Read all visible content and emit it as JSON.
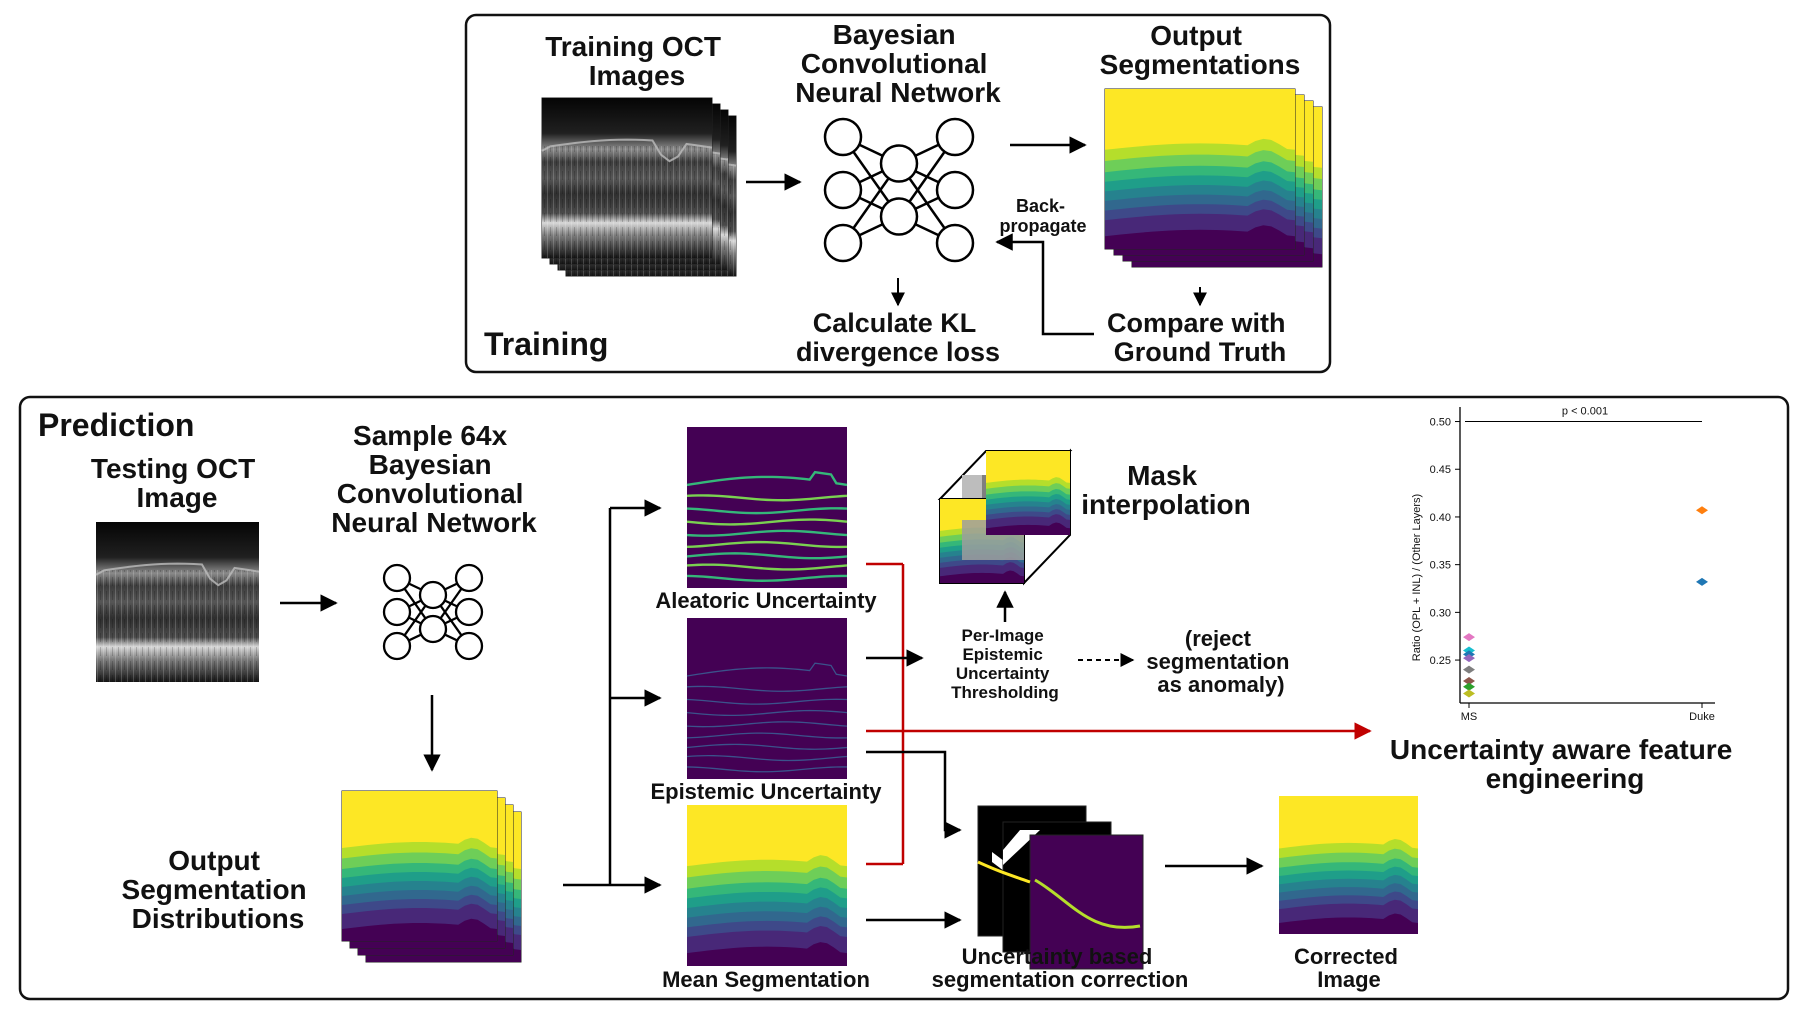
{
  "training": {
    "section_label": "Training",
    "input_title": [
      "Training OCT",
      "Images"
    ],
    "network_title": [
      "Bayesian",
      "Convolutional",
      "Neural Network"
    ],
    "output_title": [
      "Output",
      "Segmentations"
    ],
    "loss_label": [
      "Calculate KL",
      "divergence loss"
    ],
    "compare_label": [
      "Compare with",
      "Ground Truth"
    ],
    "backprop_label": [
      "Back-",
      "propagate"
    ]
  },
  "prediction": {
    "section_label": "Prediction",
    "input_title": [
      "Testing OCT",
      "Image"
    ],
    "network_title": [
      "Sample 64x",
      "Bayesian",
      "Convolutional",
      "Neural Network"
    ],
    "distribution_title": [
      "Output",
      "Segmentation",
      "Distributions"
    ],
    "aleatoric_label": "Aleatoric Uncertainty",
    "epistemic_label": "Epistemic Uncertainty",
    "mean_label": "Mean Segmentation",
    "mask_label": [
      "Mask",
      "interpolation"
    ],
    "threshold_label": [
      "Per-Image",
      "Epistemic",
      "Uncertainty",
      "Thresholding"
    ],
    "reject_label": [
      "(reject",
      "segmentation",
      "as anomaly)"
    ],
    "correction_label": [
      "Uncertainty based",
      "segmentation correction"
    ],
    "corrected_label": [
      "Corrected",
      "Image"
    ],
    "feature_label": [
      "Uncertainty aware feature",
      "engineering"
    ]
  },
  "chart_data": {
    "type": "scatter",
    "ylabel": "Ratio (OPL + INL) / (Other Layers)",
    "xlabel": "",
    "categories": [
      "MS",
      "Duke"
    ],
    "ylim": [
      0.205,
      0.51
    ],
    "yticks": [
      0.25,
      0.3,
      0.35,
      0.4,
      0.45,
      0.5
    ],
    "annotation": "p < 0.001",
    "points": [
      {
        "x": "MS",
        "y": 0.274,
        "color": "#e377c2"
      },
      {
        "x": "MS",
        "y": 0.26,
        "color": "#17becf"
      },
      {
        "x": "MS",
        "y": 0.256,
        "color": "#1f77b4"
      },
      {
        "x": "MS",
        "y": 0.252,
        "color": "#9467bd"
      },
      {
        "x": "MS",
        "y": 0.24,
        "color": "#7f7f7f"
      },
      {
        "x": "MS",
        "y": 0.228,
        "color": "#8c564b"
      },
      {
        "x": "MS",
        "y": 0.222,
        "color": "#2ca02c"
      },
      {
        "x": "MS",
        "y": 0.215,
        "color": "#bcbd22"
      },
      {
        "x": "Duke",
        "y": 0.407,
        "color": "#ff7f0e"
      },
      {
        "x": "Duke",
        "y": 0.332,
        "color": "#1f77b4"
      }
    ]
  },
  "colors": {
    "viridis_layers": [
      "#fde725",
      "#b5de2b",
      "#6ece58",
      "#35b779",
      "#1f9e89",
      "#26828e",
      "#31688e",
      "#3e4989",
      "#482878",
      "#440154"
    ],
    "uncertainty_bg": "#440154",
    "red_arrow": "#c00000"
  }
}
